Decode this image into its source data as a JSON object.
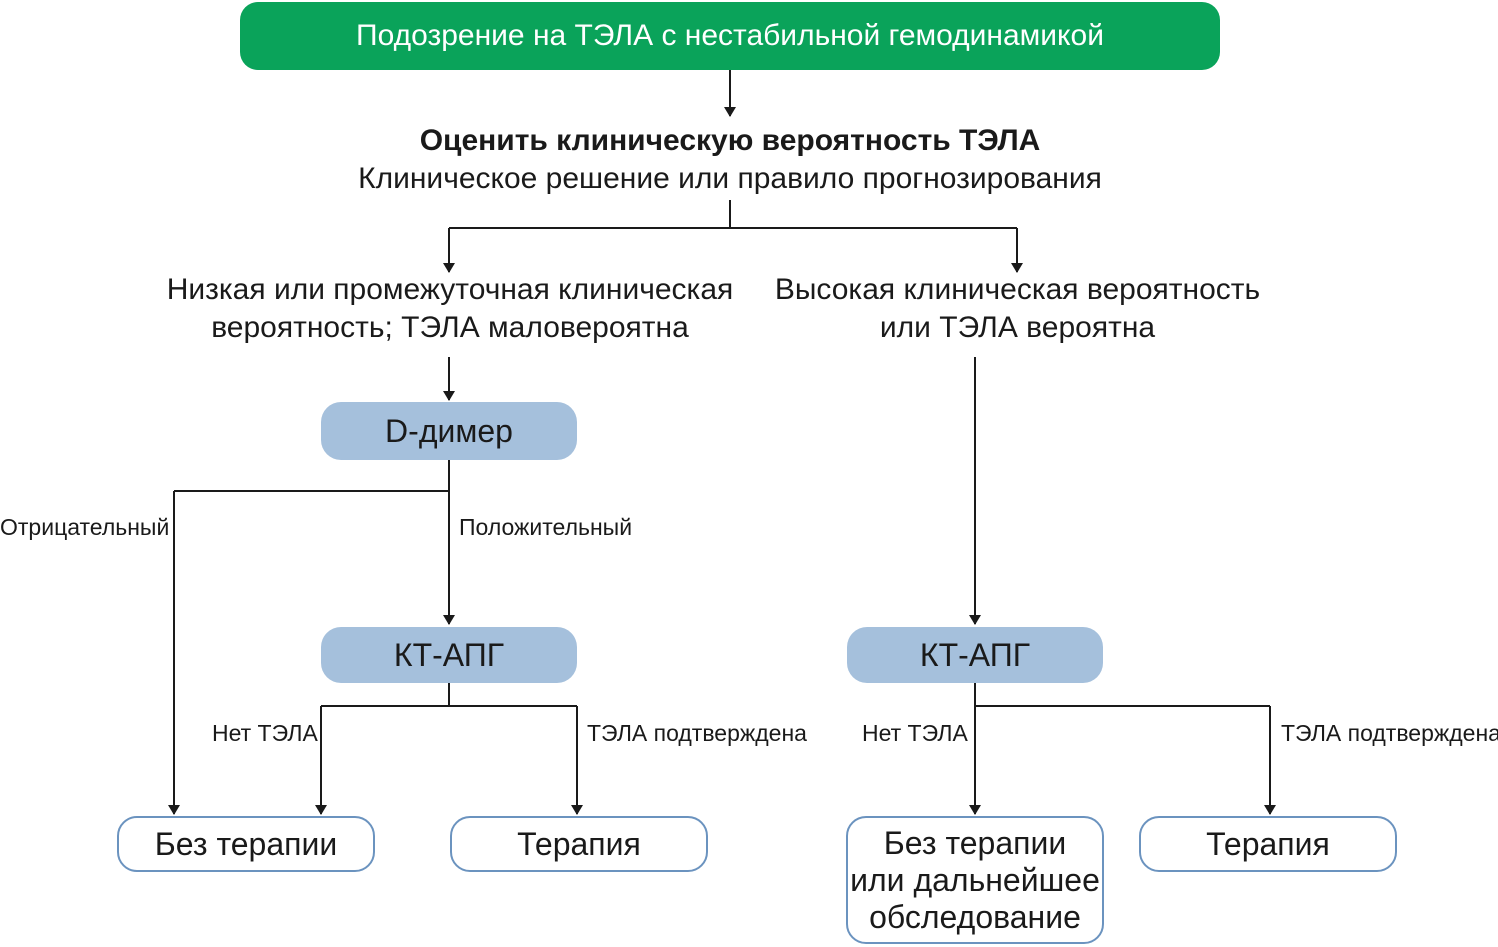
{
  "title": "Подозрение на ТЭЛА с нестабильной гемодинамикой",
  "assess": {
    "title": "Оценить клиническую вероятность ТЭЛА",
    "subtitle": "Клиническое решение или правило прогнозирования"
  },
  "low": {
    "line1": "Низкая или промежуточная клиническая",
    "line2": "вероятность; ТЭЛА маловероятна"
  },
  "high": {
    "line1": "Высокая клиническая вероятность",
    "line2": "или ТЭЛА вероятна"
  },
  "ddimer": "D-димер",
  "negative": "Отрицательный",
  "positive": "Положительный",
  "ctapg_left": "КТ-АПГ",
  "ctapg_right": "КТ-АПГ",
  "no_pe_left": "Нет ТЭЛА",
  "pe_confirmed_left": "ТЭЛА подтверждена",
  "no_pe_right": "Нет ТЭЛА",
  "pe_confirmed_right": "ТЭЛА подтверждена",
  "outcomes": {
    "no_therapy": "Без терапии",
    "therapy_left": "Терапия",
    "no_therapy_further": {
      "line1": "Без терапии",
      "line2": "или дальнейшее",
      "line3": "обследование"
    },
    "therapy_right": "Терапия"
  },
  "colors": {
    "green": "#0aa35a",
    "blue": "#a5c0dc",
    "outline": "#6b93bf",
    "line": "#1a1a1a"
  }
}
